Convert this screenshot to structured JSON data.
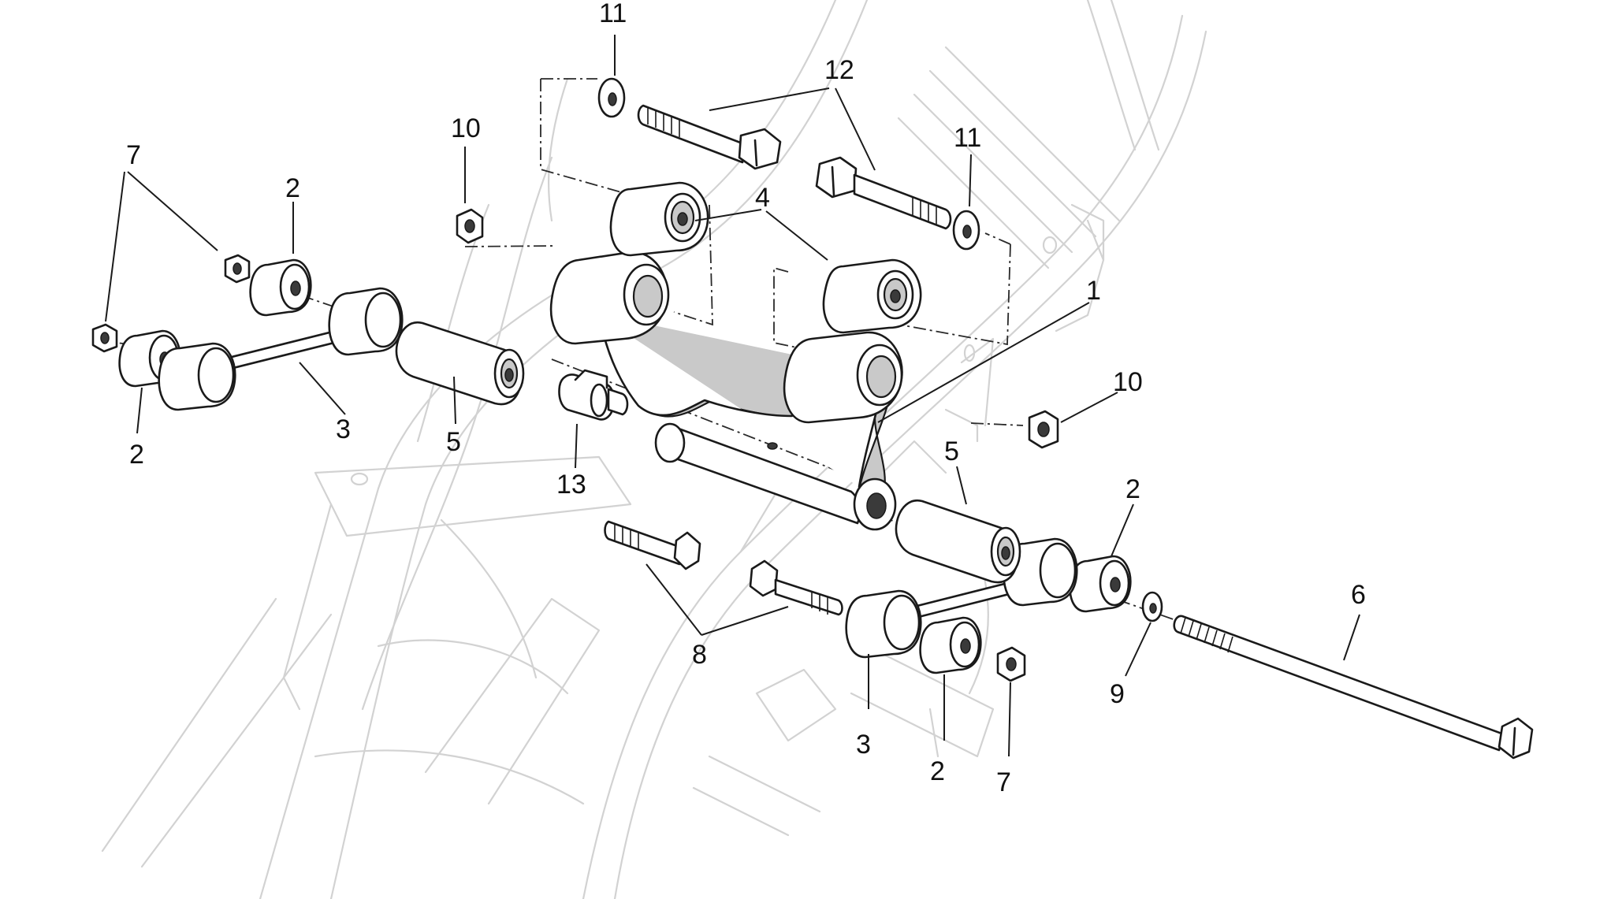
{
  "callouts": {
    "c1": "1",
    "c2a": "2",
    "c2b": "2",
    "c2c": "2",
    "c2d": "2",
    "c3a": "3",
    "c3b": "3",
    "c4": "4",
    "c5a": "5",
    "c5b": "5",
    "c6": "6",
    "c7a": "7",
    "c7b": "7",
    "c8": "8",
    "c9": "9",
    "c10a": "10",
    "c10b": "10",
    "c11a": "11",
    "c11b": "11",
    "c12": "12",
    "c13": "13"
  },
  "colors": {
    "frame": "#d2d2d2",
    "part_outline": "#1a1a1a",
    "part_shadow": "#c9c9c9",
    "background": "#ffffff"
  }
}
